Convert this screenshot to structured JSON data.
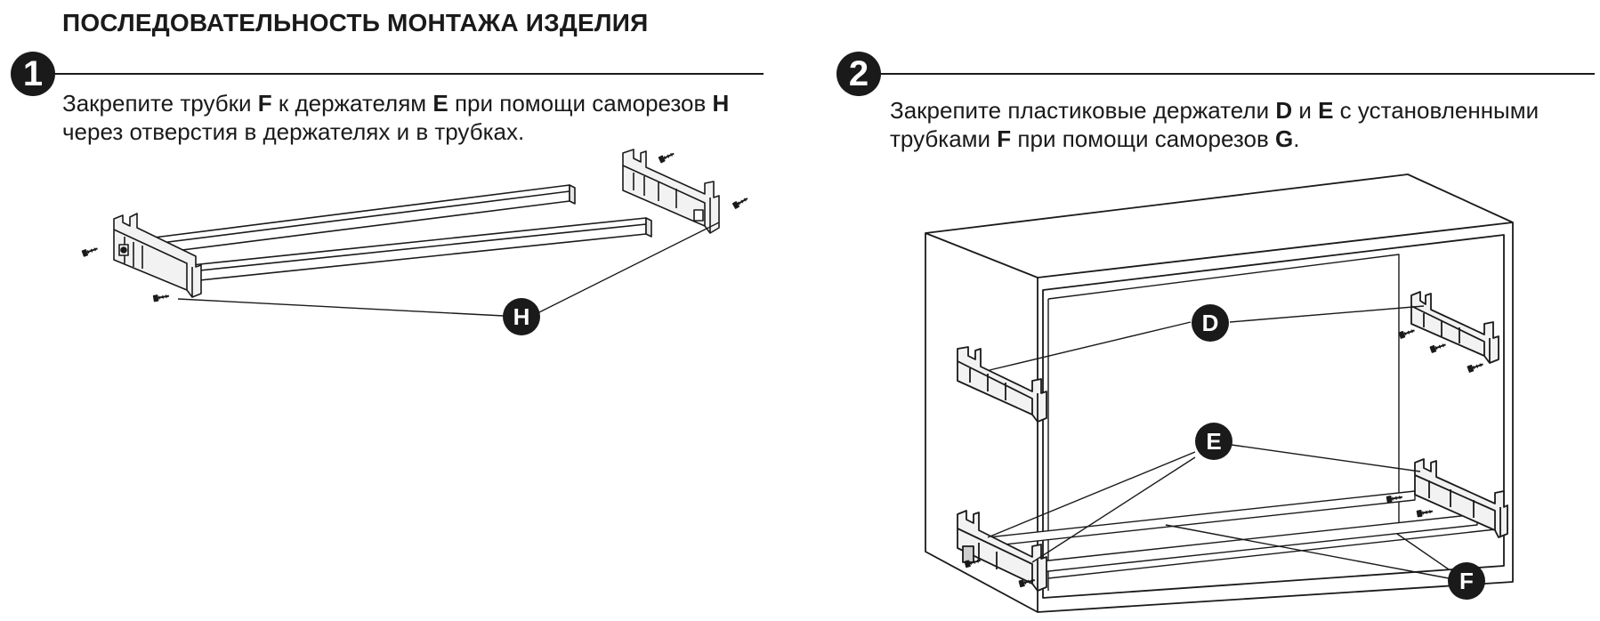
{
  "title": "ПОСЛЕДОВАТЕЛЬНОСТЬ МОНТАЖА ИЗДЕЛИЯ",
  "steps": [
    {
      "number": "1",
      "text": [
        {
          "t": "Закрепите трубки ",
          "b": false
        },
        {
          "t": "F",
          "b": true
        },
        {
          "t": " к держателям ",
          "b": false
        },
        {
          "t": "E",
          "b": true
        },
        {
          "t": " при помощи саморезов ",
          "b": false
        },
        {
          "t": "H",
          "b": true
        },
        {
          "t": "\nчерез отверстия в держателях и в трубках.",
          "b": false
        }
      ],
      "callouts": [
        "H"
      ]
    },
    {
      "number": "2",
      "text": [
        {
          "t": "Закрепите пластиковые держатели ",
          "b": false
        },
        {
          "t": "D",
          "b": true
        },
        {
          "t": " и ",
          "b": false
        },
        {
          "t": "E",
          "b": true
        },
        {
          "t": " с установленными\nтрубками ",
          "b": false
        },
        {
          "t": "F",
          "b": true
        },
        {
          "t": " при помощи саморезов ",
          "b": false
        },
        {
          "t": "G",
          "b": true
        },
        {
          "t": ".",
          "b": false
        }
      ],
      "callouts": [
        "D",
        "E",
        "F"
      ]
    }
  ],
  "colors": {
    "ink": "#1a1a1a",
    "paper": "#ffffff",
    "part": "#f2f2f2"
  }
}
